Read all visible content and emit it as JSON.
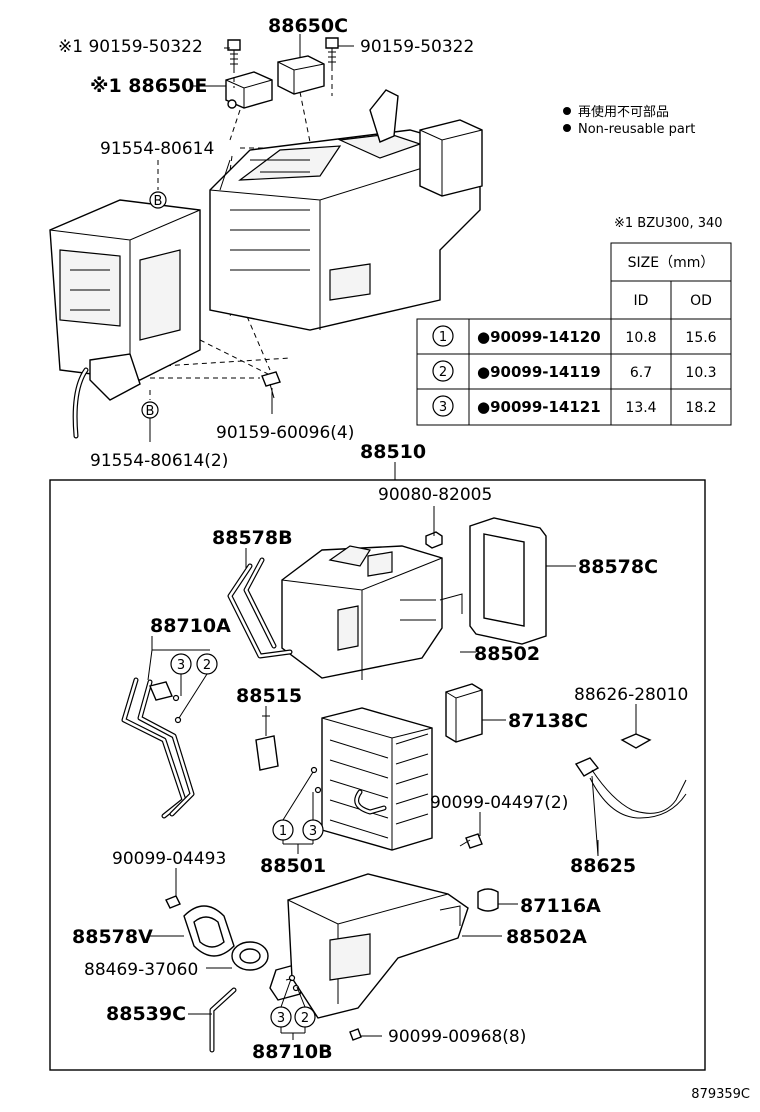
{
  "legend": {
    "jp": "再使用不可部品",
    "en": "Non-reusable part"
  },
  "note": "※1 BZU300, 340",
  "size_table": {
    "size_header": "SIZE（mm）",
    "id_header": "ID",
    "od_header": "OD",
    "rows": [
      {
        "mark": "1",
        "part": "●90099-14120",
        "id": "10.8",
        "od": "15.6"
      },
      {
        "mark": "2",
        "part": "●90099-14119",
        "id": "6.7",
        "od": "10.3"
      },
      {
        "mark": "3",
        "part": "●90099-14121",
        "id": "13.4",
        "od": "18.2"
      }
    ]
  },
  "upper_labels": {
    "screw_left": "※1 90159-50322",
    "sensor_c": "88650C",
    "screw_right": "90159-50322",
    "sensor_e": "※1 88650E",
    "clip_top": "91554-80614",
    "bolt": "90159-60096(4)",
    "clip_bottom": "91554-80614(2)",
    "ref_b": "B"
  },
  "lower_labels": {
    "assembly": "88510",
    "screw_top": "90080-82005",
    "seal_b": "88578B",
    "seal_c": "88578C",
    "tube_a": "88710A",
    "case_upper": "88502",
    "thermistor": "88515",
    "resistor": "87138C",
    "harness_clip": "88626-28010",
    "screw_mid": "90099-04497(2)",
    "evaporator": "88501",
    "harness": "88625",
    "screw_low": "90099-04493",
    "seal_v": "88578V",
    "grommet": "88469-37060",
    "clamp": "87116A",
    "case_lower": "88502A",
    "hose": "88539C",
    "screw_bottom": "90099-00968(8)",
    "tube_b": "88710B",
    "mark_1": "1",
    "mark_2": "2",
    "mark_3": "3"
  },
  "figure_code": "879359C"
}
